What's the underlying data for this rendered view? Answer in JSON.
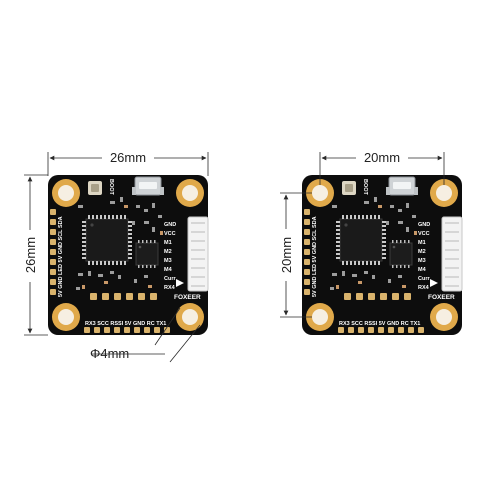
{
  "colors": {
    "board": "#0d0d0d",
    "pad_copper": "#e0a94a",
    "pad_hole": "#f6efe2",
    "silkscreen": "#ffffff",
    "dimension_line": "#2a2a2a"
  },
  "left_board": {
    "dimension_width": "26mm",
    "dimension_height": "26mm",
    "hole_diameter": "Φ4mm",
    "boot_label": "BOOT",
    "right_labels": [
      "GND",
      "VCC",
      "M1",
      "M2",
      "M3",
      "M4",
      "Curr",
      "RX4"
    ],
    "brand": "FOXEER",
    "left_side_text": "5V GND LED 5V GND SCL SDA",
    "bottom_label": "RX3 SCC RSSI 5V GND RC TX1"
  },
  "right_board": {
    "dimension_width": "20mm",
    "dimension_height": "20mm",
    "boot_label": "BOOT",
    "right_labels": [
      "GND",
      "VCC",
      "M1",
      "M2",
      "M3",
      "M4",
      "Curr",
      "RX4"
    ],
    "brand": "FOXEER",
    "left_side_text": "5V GND LED 5V GND SCL SDA",
    "bottom_label": "RX3 SCC RSSI 5V GND RC TX1"
  }
}
